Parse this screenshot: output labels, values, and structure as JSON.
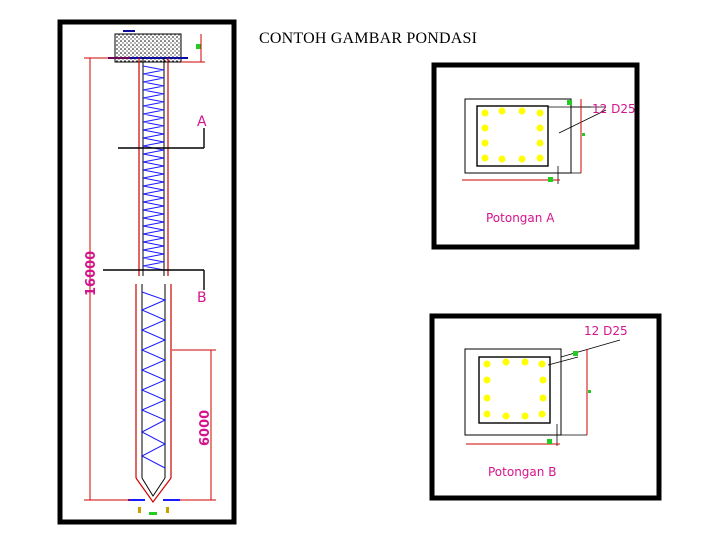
{
  "slide": {
    "title": "CONTOH GAMBAR PONDASI"
  },
  "pile_drawing": {
    "section_marker_a": "A",
    "section_marker_b": "B",
    "dim_total": "16000",
    "dim_lower": "6000"
  },
  "section_a": {
    "rebar_label": "12 D25",
    "caption": "Potongan A"
  },
  "section_b": {
    "rebar_label": "12 D25",
    "caption": "Potongan B"
  },
  "colors": {
    "background": "#ffffff",
    "frame": "#000000",
    "pile_outline": "#d00000",
    "stirrup": "#1a1aff",
    "label_magenta": "#d4148c",
    "rebar_yellow": "#ffff00",
    "marker_green": "#22cc22"
  }
}
